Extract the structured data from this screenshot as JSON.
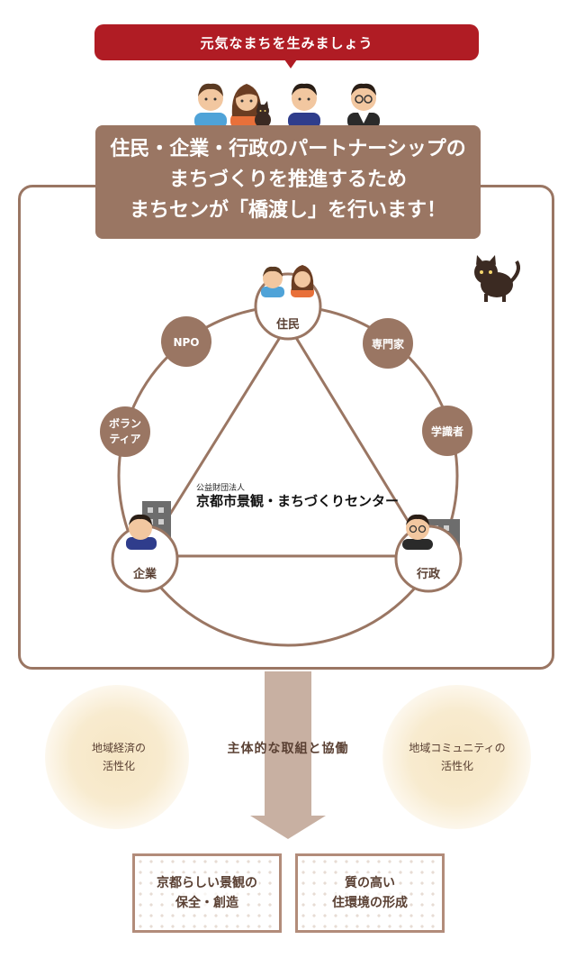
{
  "banner": {
    "text": "元気なまちを生みましょう"
  },
  "headline": {
    "lines": [
      "住民・企業・行政のパートナーシップの",
      "まちづくりを推進するため",
      "まちセンが「橋渡し」を行います！"
    ]
  },
  "center": {
    "subtitle": "公益財団法人",
    "title": "京都市景観・まちづくりセンター"
  },
  "nodes": {
    "residents": "住民",
    "companies": "企業",
    "government": "行政",
    "npo": "NPO",
    "volunteer_line1": "ボラン",
    "volunteer_line2": "ティア",
    "experts": "専門家",
    "scholars": "学識者"
  },
  "lower": {
    "left_glow_line1": "地域経済の",
    "left_glow_line2": "活性化",
    "right_glow_line1": "地域コミュニティの",
    "right_glow_line2": "活性化",
    "arrow_label": "主体的な取組と協働",
    "result_left_line1": "京都らしい景観の",
    "result_left_line2": "保全・創造",
    "result_right_line1": "質の高い",
    "result_right_line2": "住環境の形成"
  },
  "colors": {
    "banner_red": "#b01c24",
    "brown": "#9a7663",
    "text_brown": "#5a4033"
  }
}
